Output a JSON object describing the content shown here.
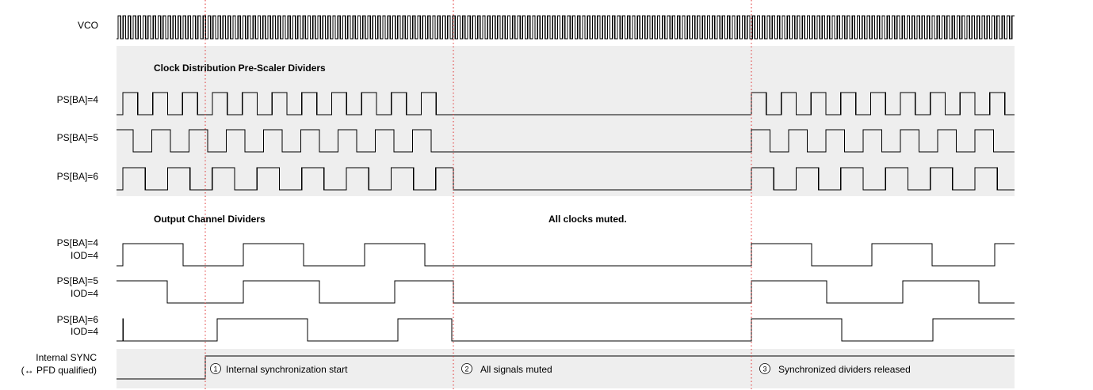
{
  "signals": {
    "vco": "VCO",
    "ps4": "PS[BA]=4",
    "ps5": "PS[BA]=5",
    "ps6": "PS[BA]=6",
    "iod_ps4": [
      "PS[BA]=4",
      "IOD=4"
    ],
    "iod_ps5": [
      "PS[BA]=5",
      "IOD=4"
    ],
    "iod_ps6": [
      "PS[BA]=6",
      "IOD=4"
    ],
    "sync": [
      "Internal SYNC",
      "(↔ PFD qualified)"
    ]
  },
  "sections": {
    "prescaler_title": "Clock Distribution Pre-Scaler Dividers",
    "output_title": "Output Channel Dividers",
    "muted_note": "All clocks muted."
  },
  "markers": [
    {
      "num": "1",
      "text": "Internal synchronization start"
    },
    {
      "num": "2",
      "text": "All signals muted"
    },
    {
      "num": "3",
      "text": "Synchronized dividers released"
    }
  ],
  "colors": {
    "band": "#eeeeee",
    "waveform": "#000000",
    "marker_line": "#e03030"
  }
}
